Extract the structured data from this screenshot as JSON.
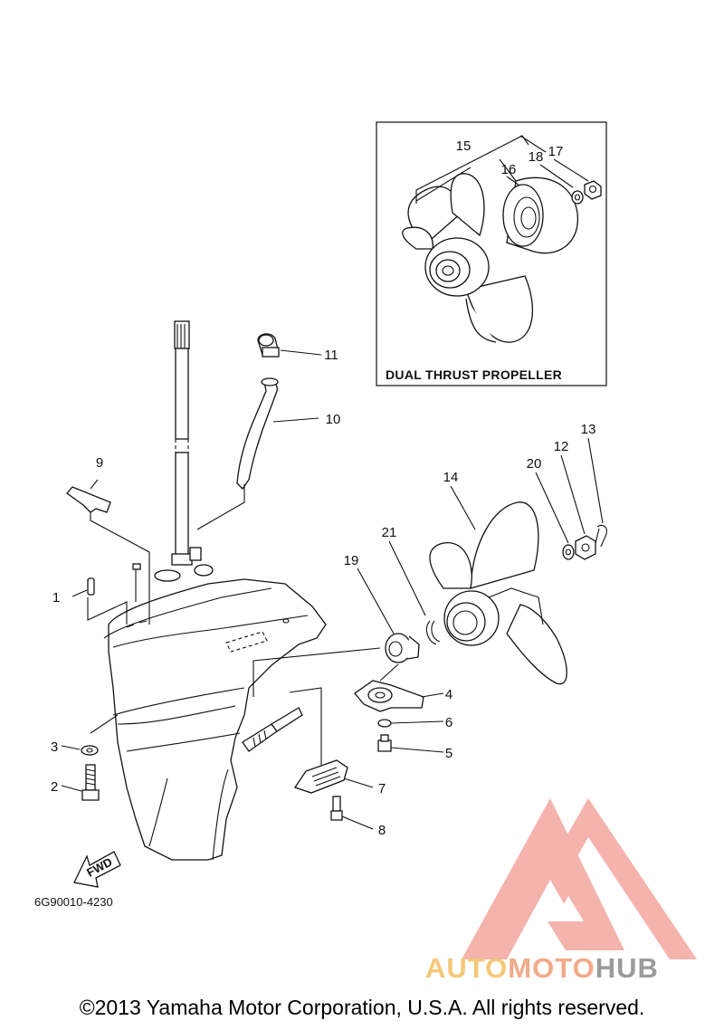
{
  "inset": {
    "title": "DUAL THRUST PROPELLER"
  },
  "diagram_code": "6G90010-4230",
  "fwd_label": "FWD",
  "callouts": {
    "p1": "1",
    "p2": "2",
    "p3": "3",
    "p4": "4",
    "p5": "5",
    "p6": "6",
    "p7": "7",
    "p8": "8",
    "p9": "9",
    "p10": "10",
    "p11": "11",
    "p12": "12",
    "p13": "13",
    "p14": "14",
    "p15": "15",
    "p16": "16",
    "p17": "17",
    "p18": "18",
    "p19": "19",
    "p20": "20",
    "p21": "21"
  },
  "copyright": "©2013 Yamaha Motor Corporation, U.S.A. All rights reserved.",
  "watermark": {
    "part_a": "AUTO",
    "part_b": "MOTO",
    "part_c": "HUB",
    "colors": {
      "auto": "#f5c878",
      "moto": "#f2aa8a",
      "hub": "#9b9b9b",
      "logo": "#f08a80"
    }
  }
}
